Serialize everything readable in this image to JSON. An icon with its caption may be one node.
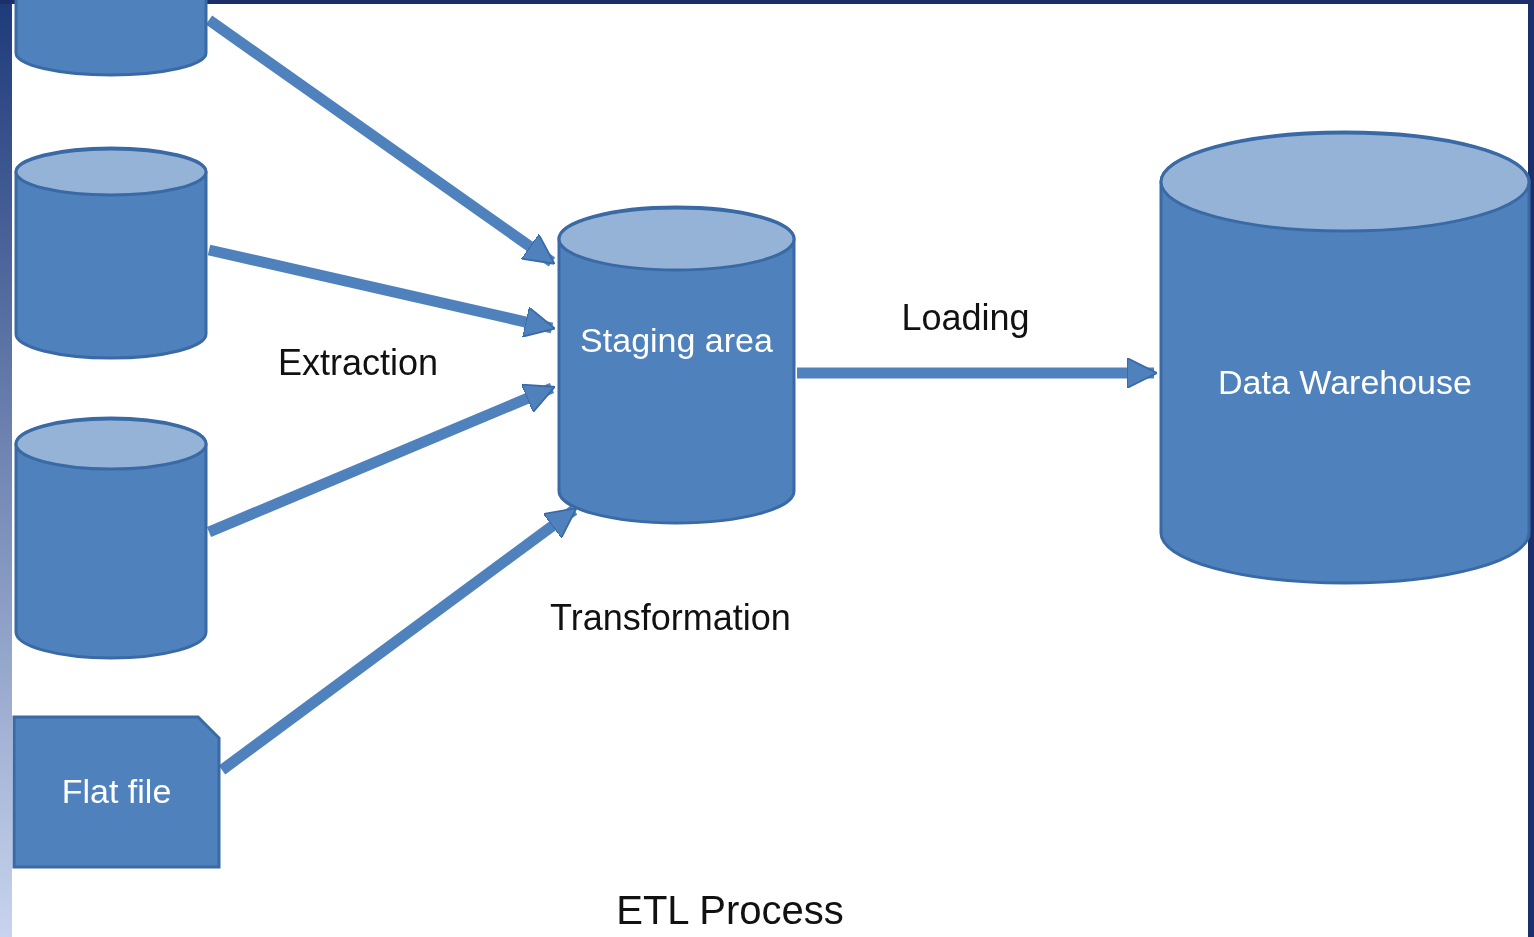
{
  "diagram": {
    "title": "ETL Process",
    "nodes": [
      {
        "text": [],
        "shape": "cylinder"
      },
      {
        "text": [],
        "shape": "cylinder"
      },
      {
        "text": [],
        "shape": "cylinder"
      },
      {
        "text": [
          "Flat file"
        ]
      },
      {
        "text": [
          "Staging area"
        ]
      },
      {
        "text": [
          "Data Warehouse"
        ]
      }
    ],
    "edges": [
      {
        "from": 0,
        "to": 4,
        "arrow": "to"
      },
      {
        "from": 1,
        "to": 4,
        "arrow": "to"
      },
      {
        "from": 2,
        "to": 4,
        "arrow": "to"
      },
      {
        "from": 3,
        "to": 4,
        "arrow": "to"
      },
      {
        "from": 4,
        "to": 5,
        "arrow": "to",
        "label": "Loading"
      }
    ],
    "labels": [
      "Extraction",
      "Transformation"
    ]
  }
}
